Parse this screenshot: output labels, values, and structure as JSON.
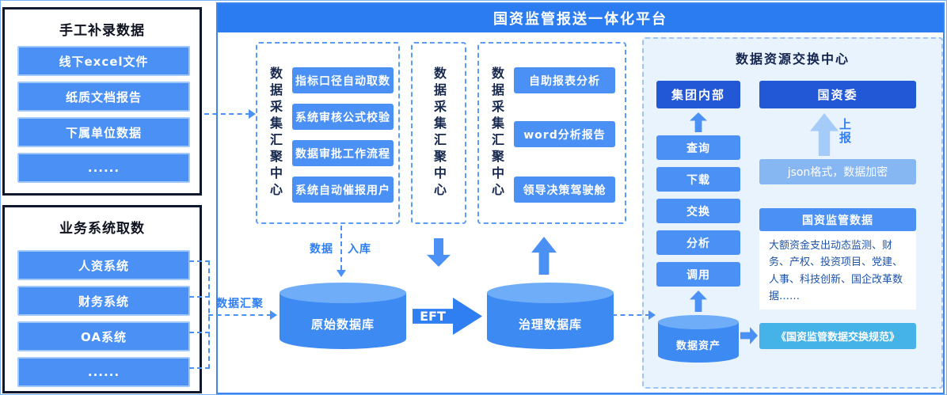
{
  "header": {
    "title": "国资监管报送一体化平台"
  },
  "left_panels": [
    {
      "title": "手工补录数据",
      "items": [
        "线下excel文件",
        "纸质文档报告",
        "下属单位数据",
        "......"
      ]
    },
    {
      "title": "业务系统取数",
      "items": [
        "人资系统",
        "财务系统",
        "OA系统",
        "......"
      ]
    }
  ],
  "collection_centers": [
    {
      "vertical_label": "数据采集汇聚中心",
      "items": [
        "指标口径自动取数",
        "系统审核公式校验",
        "数据审批工作流程",
        "系统自动催报用户"
      ]
    },
    {
      "vertical_label": "数据采集汇聚中心",
      "items": []
    },
    {
      "vertical_label": "数据采集汇聚中心",
      "items": [
        "自助报表分析",
        "word分析报告",
        "领导决策驾驶舱"
      ]
    }
  ],
  "flow": {
    "data_in_a": "数据",
    "data_in_b": "入库",
    "data_gather": "数据汇聚",
    "eft": "EFT",
    "report": "上报"
  },
  "databases": {
    "raw": "原始数据库",
    "governed": "治理数据库",
    "asset": "数据资产"
  },
  "exchange_center": {
    "title": "数据资源交换中心",
    "internal": {
      "header": "集团内部",
      "actions": [
        "查询",
        "下载",
        "交换",
        "分析",
        "调用"
      ]
    },
    "sasac": {
      "header": "国资委",
      "json_box": "json格式，数据加密",
      "data_card_title": "国资监管数据",
      "data_card_body": "大额资金支出动态监测、财务、产权、投资项目、党建、人事、科技创新、国企改革数据……",
      "spec": "《国资监管数据交换规范》"
    }
  },
  "colors": {
    "header_bg": "#2b7cf0",
    "button_blue": "#4a90f5",
    "deep_blue": "#2257d6",
    "light_blue": "#87b7f3",
    "cyan": "#45b2e8",
    "panel_bg": "#e9f3fe"
  }
}
